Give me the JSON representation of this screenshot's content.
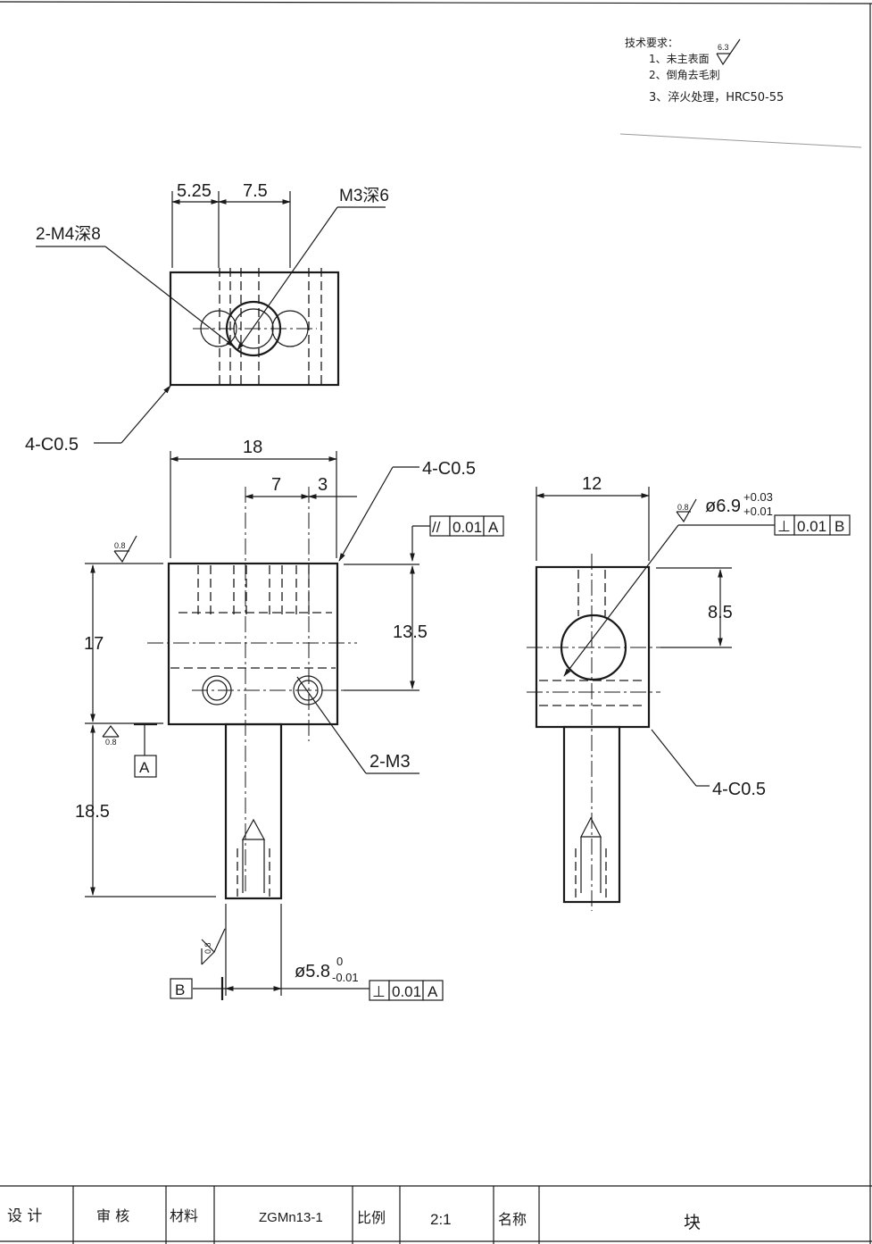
{
  "tech_requirements": {
    "heading": "技术要求：",
    "item1": "1、未主表面",
    "item1_roughness": "6.3",
    "item2": "2、倒角去毛刺",
    "item3": "3、淬火处理，HRC50-55"
  },
  "top_view": {
    "dim_left": "5.25",
    "dim_right": "7.5",
    "callout_m3": "M3深6",
    "callout_m4": "2-M4深8",
    "callout_chamfer": "4-C0.5"
  },
  "front_view": {
    "dim_width": "18",
    "dim_7": "7",
    "dim_3": "3",
    "dim_17": "17",
    "dim_13_5": "13.5",
    "dim_18_5": "18.5",
    "callout_chamfer": "4-C0.5",
    "callout_m3": "2-M3",
    "parallelism_symbol": "//",
    "parallelism_tol": "0.01",
    "parallelism_datum": "A",
    "roughness_top": "0.8",
    "roughness_datum": "0.8",
    "datum_a": "A",
    "roughness_shaft": "0.8",
    "shaft_dia": "ø5.8",
    "shaft_upper": "0",
    "shaft_lower": "-0.01",
    "perp_symbol": "⊥",
    "perp_tol": "0.01",
    "perp_datum": "A",
    "datum_b": "B"
  },
  "side_view": {
    "dim_12": "12",
    "dim_8_5": "8.5",
    "roughness_hole": "0.8",
    "hole_dia": "ø6.9",
    "hole_upper": "+0.03",
    "hole_lower": "+0.01",
    "perp_symbol": "⊥",
    "perp_tol": "0.01",
    "perp_datum": "B",
    "callout_chamfer": "4-C0.5"
  },
  "title_block": {
    "design_label": "设 计",
    "review_label": "审 核",
    "material_label": "材料",
    "material_value": "ZGMn13-1",
    "scale_label": "比例",
    "scale_value": "2:1",
    "name_label": "名称",
    "name_value": "块"
  }
}
